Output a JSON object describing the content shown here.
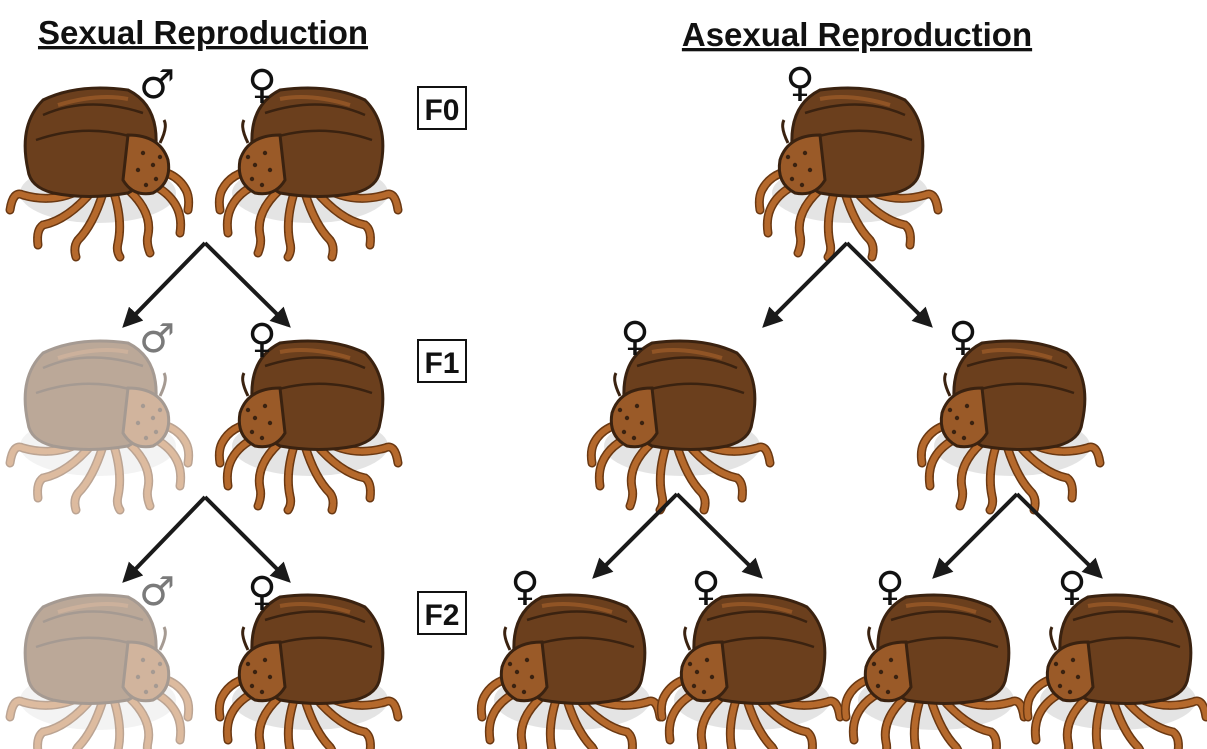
{
  "sexual": {
    "title": "Sexual Reproduction"
  },
  "asexual": {
    "title": "Asexual Reproduction"
  },
  "generations": [
    "F0",
    "F1",
    "F2"
  ],
  "symbols": {
    "male": "♂",
    "female": "♀"
  },
  "colors": {
    "shell_dark": "#3a2210",
    "shell": "#6b3f1d",
    "shell_light": "#9a5a28",
    "leg": "#b5692c",
    "leg_dark": "#6a3812",
    "shadow": "#d8d8d8",
    "arrow": "#1a1a1a",
    "faded_symbol": "#7a7a7a"
  },
  "icons": {
    "organism": "tick-icon",
    "male": "male-symbol-icon",
    "female": "female-symbol-icon",
    "arrow": "arrow-icon"
  }
}
